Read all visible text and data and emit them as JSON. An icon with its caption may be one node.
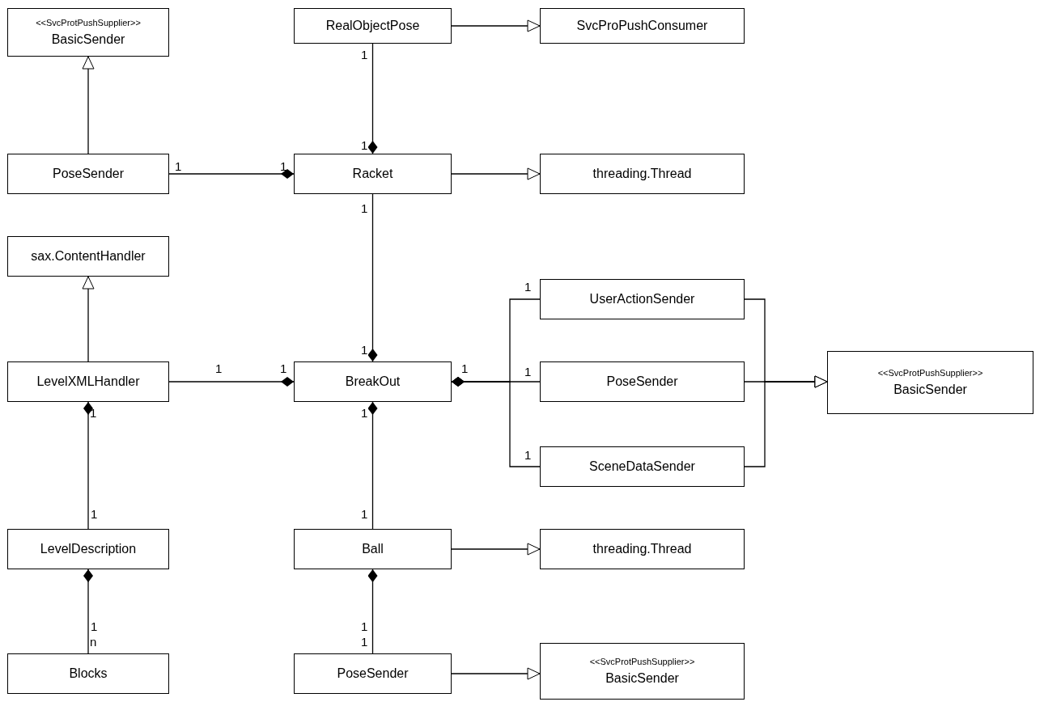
{
  "diagram": {
    "nodes": [
      {
        "text": [
          "<<SvcProtPushSupplier>>",
          "BasicSender"
        ]
      },
      {
        "text": [
          "RealObjectPose"
        ]
      },
      {
        "text": [
          "SvcProPushConsumer"
        ]
      },
      {
        "text": [
          "PoseSender"
        ]
      },
      {
        "text": [
          "Racket"
        ]
      },
      {
        "text": [
          "threading.Thread"
        ]
      },
      {
        "text": [
          "sax.ContentHandler"
        ]
      },
      {
        "text": [
          "UserActionSender"
        ]
      },
      {
        "text": [
          "LevelXMLHandler"
        ]
      },
      {
        "text": [
          "BreakOut"
        ]
      },
      {
        "text": [
          "PoseSender"
        ]
      },
      {
        "text": [
          "<<SvcProtPushSupplier>>",
          "BasicSender"
        ]
      },
      {
        "text": [
          "SceneDataSender"
        ]
      },
      {
        "text": [
          "LevelDescription"
        ]
      },
      {
        "text": [
          "Ball"
        ]
      },
      {
        "text": [
          "threading.Thread"
        ]
      },
      {
        "text": [
          "Blocks"
        ]
      },
      {
        "text": [
          "PoseSender"
        ]
      },
      {
        "text": [
          "<<SvcProtPushSupplier>>",
          "BasicSender"
        ]
      }
    ],
    "edges": [
      {
        "from": 3,
        "to": 0,
        "arrow": "to"
      },
      {
        "from": 1,
        "to": 2,
        "arrow": "to"
      },
      {
        "from": 1,
        "to": 4,
        "arrow": "other"
      },
      {
        "from": 3,
        "to": 4,
        "arrow": "other"
      },
      {
        "from": 4,
        "to": 5,
        "arrow": "to"
      },
      {
        "from": 4,
        "to": 9,
        "arrow": "other"
      },
      {
        "from": 8,
        "to": 6,
        "arrow": "to"
      },
      {
        "from": 8,
        "to": 9,
        "arrow": "other"
      },
      {
        "from": 7,
        "to": 9,
        "arrow": "other"
      },
      {
        "from": 10,
        "to": 9,
        "arrow": "other"
      },
      {
        "from": 12,
        "to": 9,
        "arrow": "other"
      },
      {
        "from": 7,
        "to": 11,
        "arrow": "to"
      },
      {
        "from": 10,
        "to": 11,
        "arrow": "to"
      },
      {
        "from": 12,
        "to": 11,
        "arrow": "to"
      },
      {
        "from": 13,
        "to": 8,
        "arrow": "other"
      },
      {
        "from": 14,
        "to": 9,
        "arrow": "other"
      },
      {
        "from": 14,
        "to": 15,
        "arrow": "to"
      },
      {
        "from": 16,
        "to": 13,
        "arrow": "other"
      },
      {
        "from": 17,
        "to": 14,
        "arrow": "other"
      },
      {
        "from": 17,
        "to": 18,
        "arrow": "to"
      }
    ],
    "labels": [
      "1",
      "1",
      "1",
      "1",
      "1",
      "1",
      "1",
      "1",
      "1",
      "1",
      "1",
      "1",
      "1",
      "1",
      "1",
      "1",
      "1",
      "1",
      "n",
      "1"
    ]
  }
}
